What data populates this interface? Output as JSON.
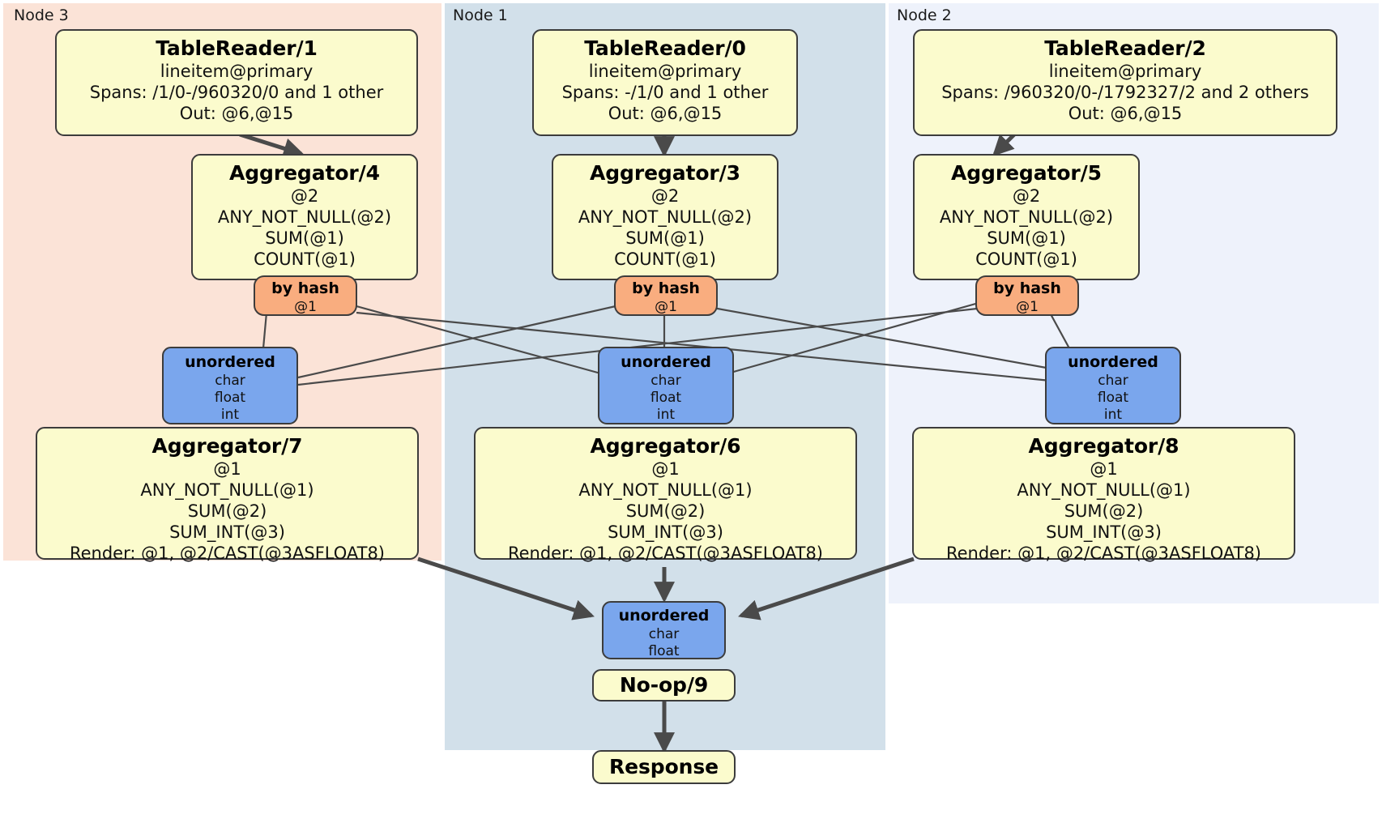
{
  "diagram": {
    "type": "distributed-query-plan",
    "panels": [
      {
        "id": "node3",
        "label": "Node 3",
        "color": "#fbe3d7"
      },
      {
        "id": "node1",
        "label": "Node 1",
        "color": "#d2e0ea"
      },
      {
        "id": "node2",
        "label": "Node 2",
        "color": "#eef2fb"
      }
    ],
    "processors": {
      "table_reader_1": {
        "title": "TableReader/1",
        "lines": [
          "lineitem@primary",
          "Spans: /1/0-/960320/0 and 1 other",
          "Out: @6,@15"
        ]
      },
      "table_reader_0": {
        "title": "TableReader/0",
        "lines": [
          "lineitem@primary",
          "Spans: -/1/0 and 1 other",
          "Out: @6,@15"
        ]
      },
      "table_reader_2": {
        "title": "TableReader/2",
        "lines": [
          "lineitem@primary",
          "Spans: /960320/0-/1792327/2 and 2 others",
          "Out: @6,@15"
        ]
      },
      "aggregator_4": {
        "title": "Aggregator/4",
        "lines": [
          "@2",
          "ANY_NOT_NULL(@2)",
          "SUM(@1)",
          "COUNT(@1)"
        ]
      },
      "aggregator_3": {
        "title": "Aggregator/3",
        "lines": [
          "@2",
          "ANY_NOT_NULL(@2)",
          "SUM(@1)",
          "COUNT(@1)"
        ]
      },
      "aggregator_5": {
        "title": "Aggregator/5",
        "lines": [
          "@2",
          "ANY_NOT_NULL(@2)",
          "SUM(@1)",
          "COUNT(@1)"
        ]
      },
      "aggregator_7": {
        "title": "Aggregator/7",
        "lines": [
          "@1",
          "ANY_NOT_NULL(@1)",
          "SUM(@2)",
          "SUM_INT(@3)",
          "Render: @1, @2/CAST(@3ASFLOAT8)"
        ]
      },
      "aggregator_6": {
        "title": "Aggregator/6",
        "lines": [
          "@1",
          "ANY_NOT_NULL(@1)",
          "SUM(@2)",
          "SUM_INT(@3)",
          "Render: @1, @2/CAST(@3ASFLOAT8)"
        ]
      },
      "aggregator_8": {
        "title": "Aggregator/8",
        "lines": [
          "@1",
          "ANY_NOT_NULL(@1)",
          "SUM(@2)",
          "SUM_INT(@3)",
          "Render: @1, @2/CAST(@3ASFLOAT8)"
        ]
      },
      "noop_9": {
        "title": "No-op/9",
        "lines": []
      },
      "response": {
        "title": "Response",
        "lines": []
      }
    },
    "routers": {
      "by_hash_4": {
        "title": "by hash",
        "lines": [
          "@1"
        ]
      },
      "by_hash_3": {
        "title": "by hash",
        "lines": [
          "@1"
        ]
      },
      "by_hash_5": {
        "title": "by hash",
        "lines": [
          "@1"
        ]
      },
      "unordered_7": {
        "title": "unordered",
        "lines": [
          "char",
          "float",
          "int"
        ]
      },
      "unordered_6": {
        "title": "unordered",
        "lines": [
          "char",
          "float",
          "int"
        ]
      },
      "unordered_8": {
        "title": "unordered",
        "lines": [
          "char",
          "float",
          "int"
        ]
      },
      "unordered_final": {
        "title": "unordered",
        "lines": [
          "char",
          "float"
        ]
      }
    },
    "colors": {
      "processor_fill": "#fbfbcd",
      "hash_router_fill": "#f9ad7f",
      "unordered_router_fill": "#7aa6ed",
      "edge_stroke": "#4a4a4a",
      "box_stroke": "#3c3c3c"
    }
  }
}
